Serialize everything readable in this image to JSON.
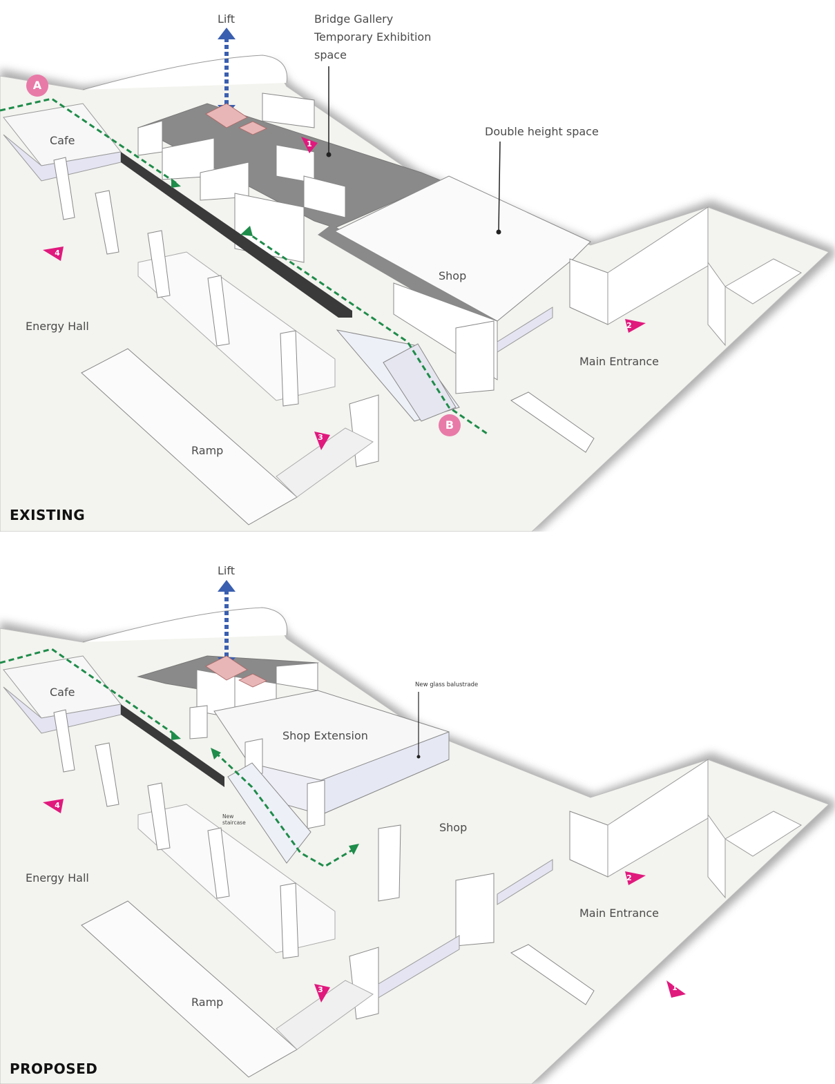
{
  "existing": {
    "title": "EXISTING",
    "labels": {
      "lift": "Lift",
      "bridge_gallery": "Bridge Gallery Temporary Exhibition space",
      "double_height": "Double height space",
      "cafe": "Cafe",
      "shop": "Shop",
      "energy_hall": "Energy Hall",
      "main_entrance": "Main Entrance",
      "ramp": "Ramp"
    },
    "points": {
      "a": "A",
      "b": "B"
    },
    "viewpoints": [
      "1",
      "2",
      "3",
      "4"
    ]
  },
  "proposed": {
    "title": "PROPOSED",
    "labels": {
      "lift": "Lift",
      "glass_balustrade": "New glass balustrade",
      "cafe": "Cafe",
      "shop_extension": "Shop Extension",
      "shop": "Shop",
      "new_staircase": "New staircase",
      "energy_hall": "Energy Hall",
      "main_entrance": "Main Entrance",
      "ramp": "Ramp"
    },
    "viewpoints": [
      "1",
      "2",
      "3",
      "4"
    ]
  },
  "colors": {
    "route": "#1e8c4a",
    "lift_arrow": "#3a5fb0",
    "viewpoint": "#e0197d",
    "point_marker": "#e87aa8",
    "wall_dark": "#8a8a8a",
    "floor": "#f3f3ef"
  }
}
